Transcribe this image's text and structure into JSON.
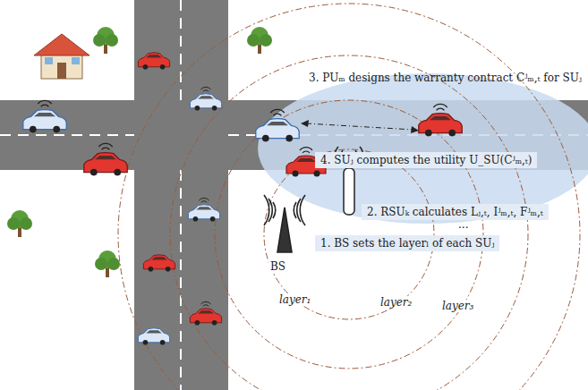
{
  "diagram": {
    "nodes": [
      {
        "text": [
          "4. SUⱼ computes the utility U_SU(Cʲₘ,ₜ)"
        ]
      },
      {
        "text": [
          "2. RSUₖ calculates Lⱼ,ₜ, Iʲₘ,ₜ, Fʲₘ,ₜ"
        ]
      },
      {
        "text": [
          "1. BS sets the layerₗ of each SUⱼ"
        ]
      }
    ],
    "labels": [
      "3. PUₘ designs the warranty contract Cʲₘ,ₜ for SUⱼ",
      "...",
      "BS",
      "layer₁",
      "layer₂",
      "layer₃"
    ]
  }
}
